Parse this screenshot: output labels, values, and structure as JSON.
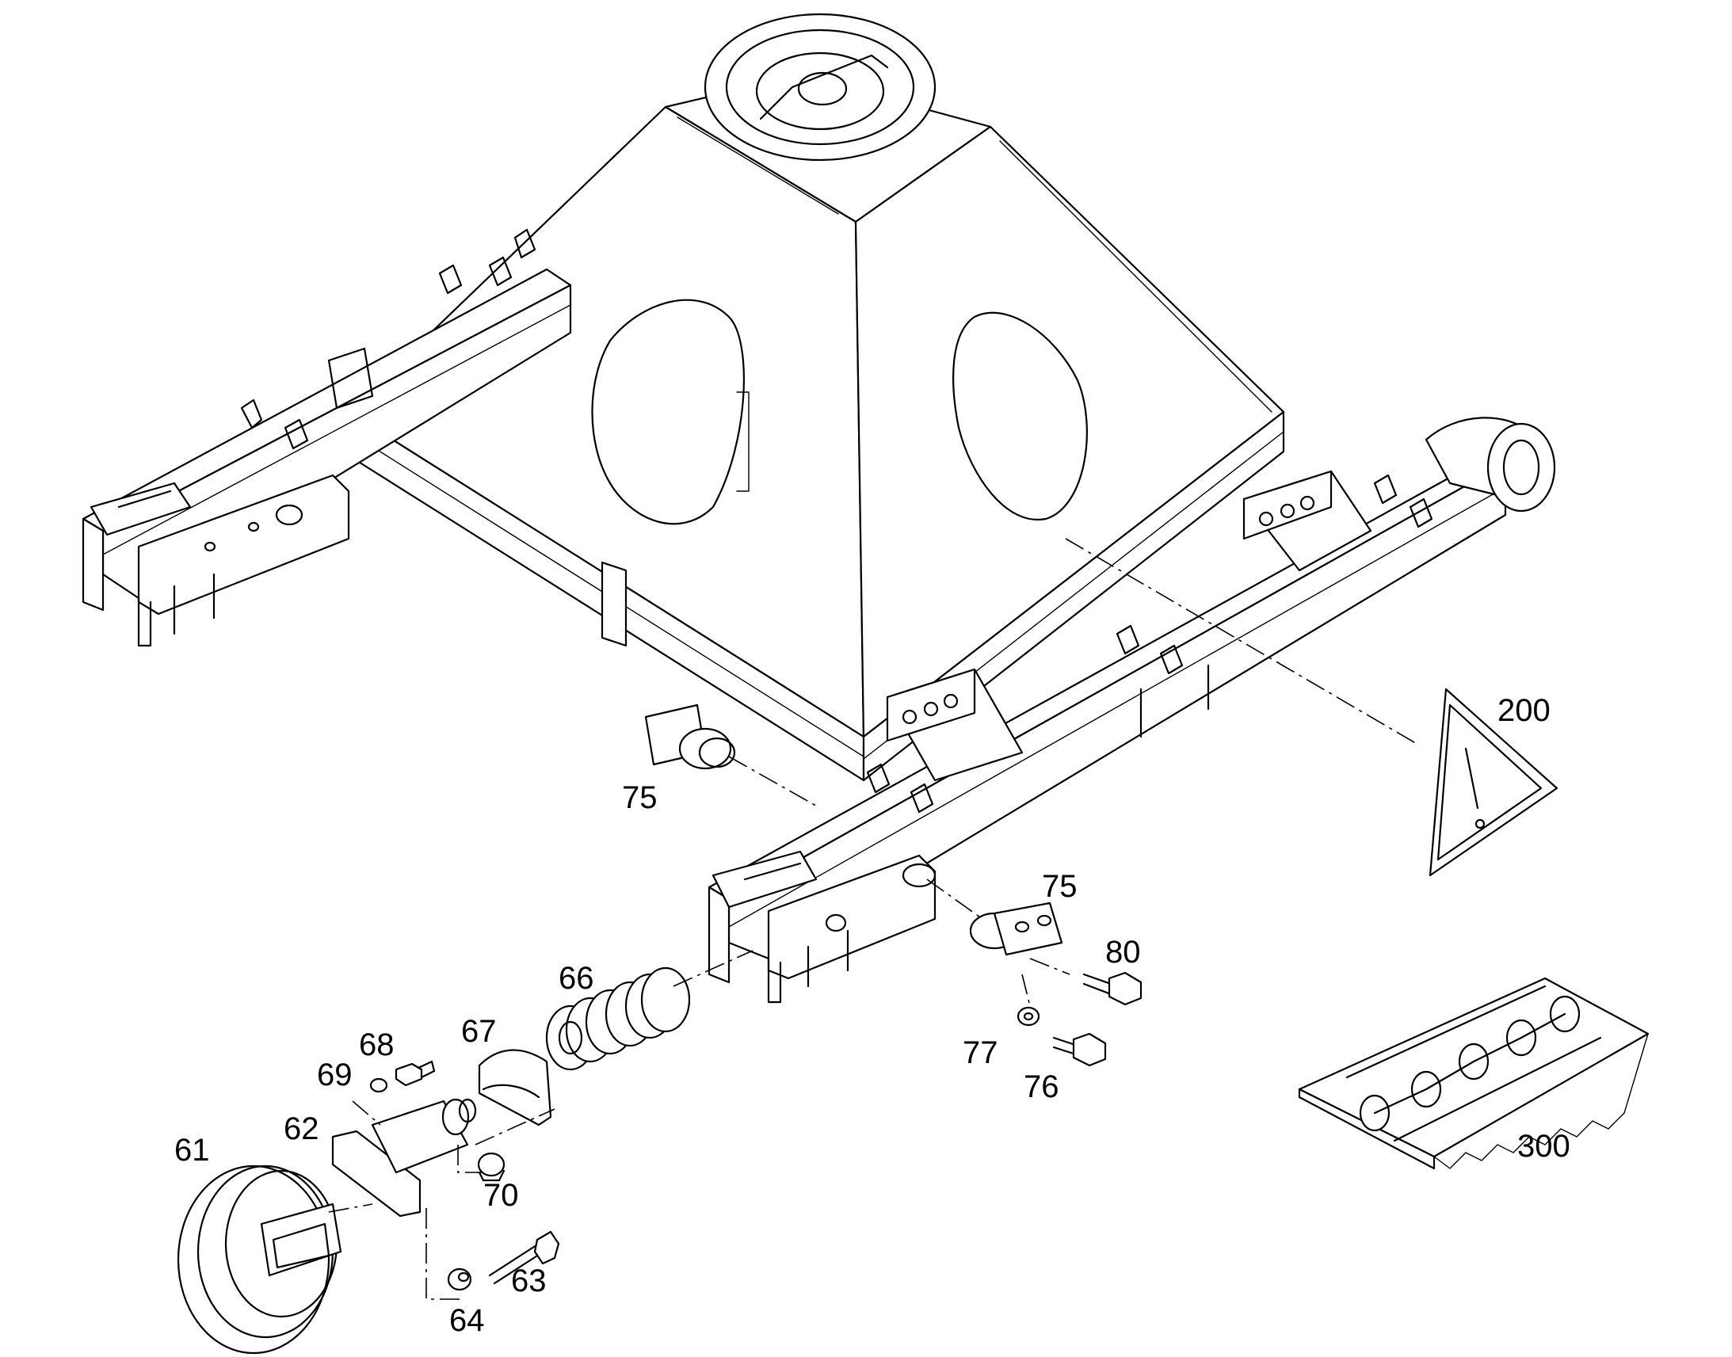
{
  "diagram": {
    "callouts": [
      {
        "id": "61",
        "label": "61"
      },
      {
        "id": "62",
        "label": "62"
      },
      {
        "id": "63",
        "label": "63"
      },
      {
        "id": "64",
        "label": "64"
      },
      {
        "id": "66",
        "label": "66"
      },
      {
        "id": "67",
        "label": "67"
      },
      {
        "id": "68",
        "label": "68"
      },
      {
        "id": "69",
        "label": "69"
      },
      {
        "id": "70",
        "label": "70"
      },
      {
        "id": "75a",
        "label": "75"
      },
      {
        "id": "75b",
        "label": "75"
      },
      {
        "id": "76",
        "label": "76"
      },
      {
        "id": "77",
        "label": "77"
      },
      {
        "id": "80",
        "label": "80"
      },
      {
        "id": "200",
        "label": "200"
      },
      {
        "id": "300",
        "label": "300"
      }
    ]
  }
}
